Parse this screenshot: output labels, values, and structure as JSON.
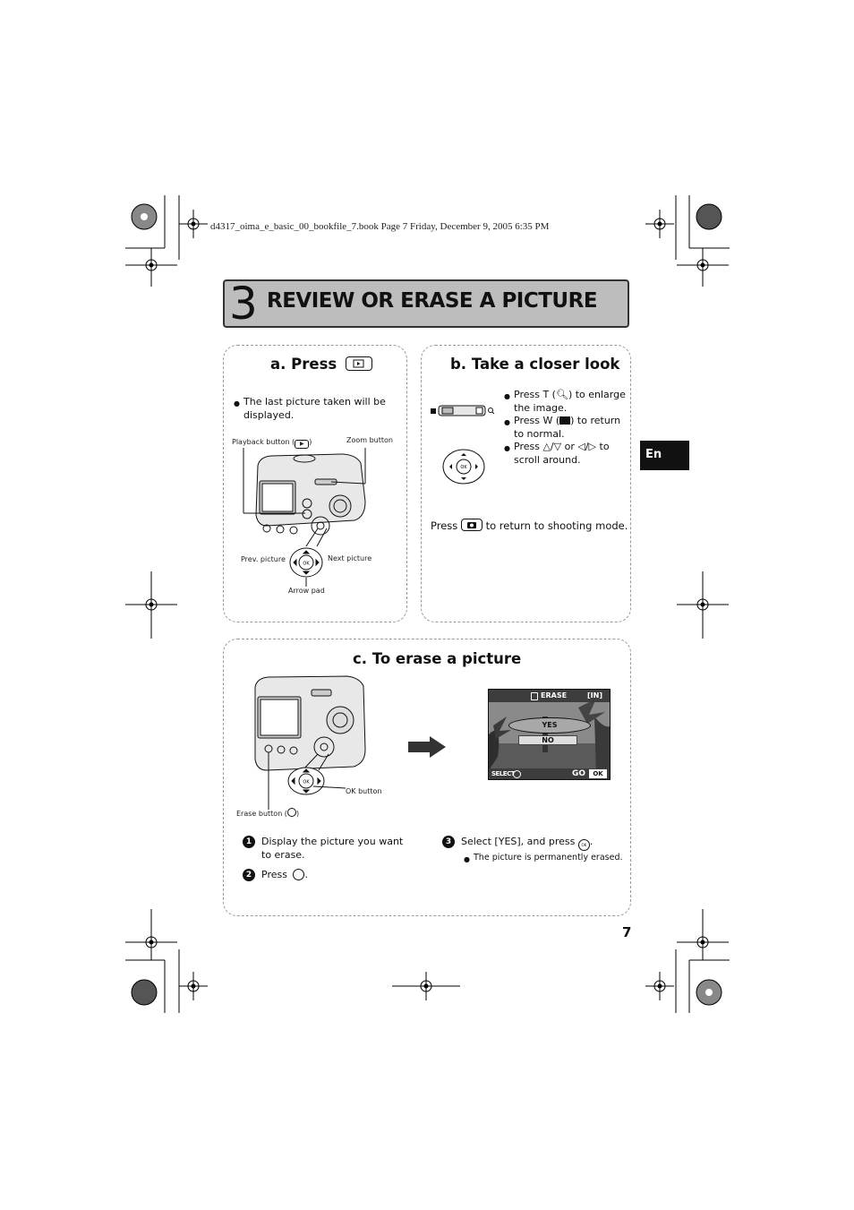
{
  "header_line": "d4317_oima_e_basic_00_bookfile_7.book  Page 7  Friday, December 9, 2005  6:35 PM",
  "title": {
    "number": "3",
    "text": "REVIEW OR ERASE A PICTURE"
  },
  "lang_tab": "En",
  "page_number": "7",
  "section_a": {
    "heading": "a. Press",
    "bullet": "The last picture taken will be displayed.",
    "labels": {
      "playback": "Playback button (",
      "playback_end": ")",
      "zoom": "Zoom button",
      "prev": "Prev. picture",
      "next": "Next picture",
      "arrow": "Arrow pad"
    }
  },
  "section_b": {
    "heading": "b. Take a closer look",
    "bullets": [
      {
        "pre": "Press T (",
        "post": ") to enlarge the image."
      },
      {
        "pre": "Press W (",
        "post": ") to return to normal."
      },
      {
        "pre": "Press",
        "mid1": "/",
        "mid2": " or ",
        "mid3": "/",
        "post": " to scroll around."
      }
    ],
    "shoot_pre": "Press",
    "shoot_post": "to return to shooting mode."
  },
  "section_c": {
    "heading": "c. To erase a picture",
    "labels": {
      "ok": "OK button",
      "erase": "Erase button (",
      "erase_end": ")"
    },
    "screen": {
      "title": "ERASE",
      "mem": "[IN]",
      "yes": "YES",
      "no": "NO",
      "select": "SELECT",
      "go": "GO",
      "ok": "OK"
    },
    "steps": [
      {
        "num": "1",
        "text": "Display the picture you want to erase."
      },
      {
        "num": "2",
        "pre": "Press",
        "post": "."
      },
      {
        "num": "3",
        "pre": "Select [YES], and press",
        "post": "."
      }
    ],
    "note": "The picture is permanently erased."
  },
  "colors": {
    "title_bar": "#bdbdbd",
    "tab": "#111111"
  }
}
